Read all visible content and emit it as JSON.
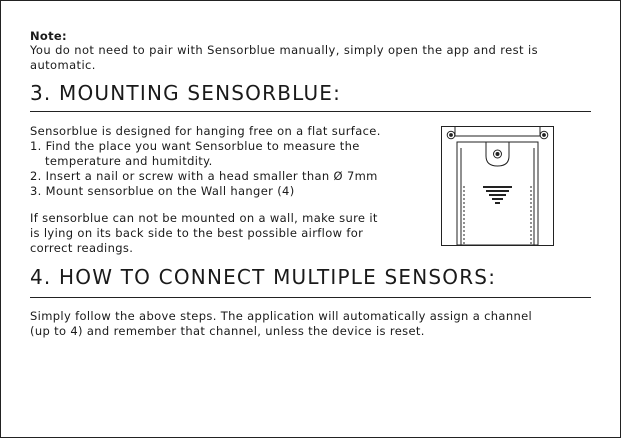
{
  "note": {
    "title": "Note:",
    "body": "You do not need to pair with Sensorblue manually, simply open the app and rest is automatic."
  },
  "section3": {
    "heading": "3. MOUNTING SENSORBLUE:",
    "intro": "Sensorblue is designed for hanging free on a flat surface.",
    "steps": [
      "1. Find the place you want Sensorblue to measure the",
      "temperature and humitdity.",
      "2. Insert a nail or screw with a head smaller than Ø 7mm",
      "3. Mount sensorblue on the Wall hanger (4)"
    ],
    "para": [
      "If sensorblue can not be mounted on a wall, make sure it",
      "is lying on its back side to the best possible airflow for",
      "correct readings."
    ]
  },
  "section4": {
    "heading": "4. HOW TO CONNECT MULTIPLE SENSORS:",
    "lines": [
      "Simply follow the above steps. The application will automatically assign a channel",
      "(up to 4) and remember that channel, unless the device is reset."
    ]
  }
}
